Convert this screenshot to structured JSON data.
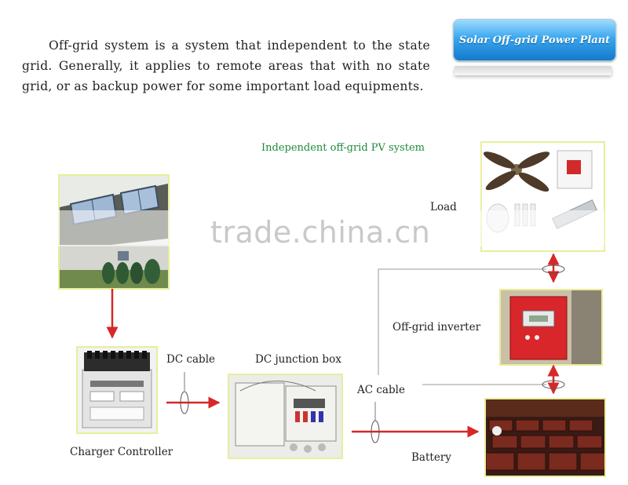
{
  "intro_text": "Off-grid system is a system that independent to the state grid. Generally, it applies to remote areas that with no state grid, or as backup power for some important load equipments.",
  "badge_label": "Solar Off-grid Power Plant",
  "diagram_title": "Independent off-grid PV system",
  "labels": {
    "load": "Load",
    "inverter": "Off-grid inverter",
    "dc_cable": "DC cable",
    "dc_junction_box": "DC junction box",
    "ac_cable": "AC cable",
    "charger_controller": "Charger Controller",
    "battery": "Battery"
  },
  "watermark": "trade.china.cn",
  "colors": {
    "arrow": "#d62828",
    "wire": "#9a9a9a",
    "title": "#1e8a3a",
    "photo_border": "#e8ee9c"
  }
}
